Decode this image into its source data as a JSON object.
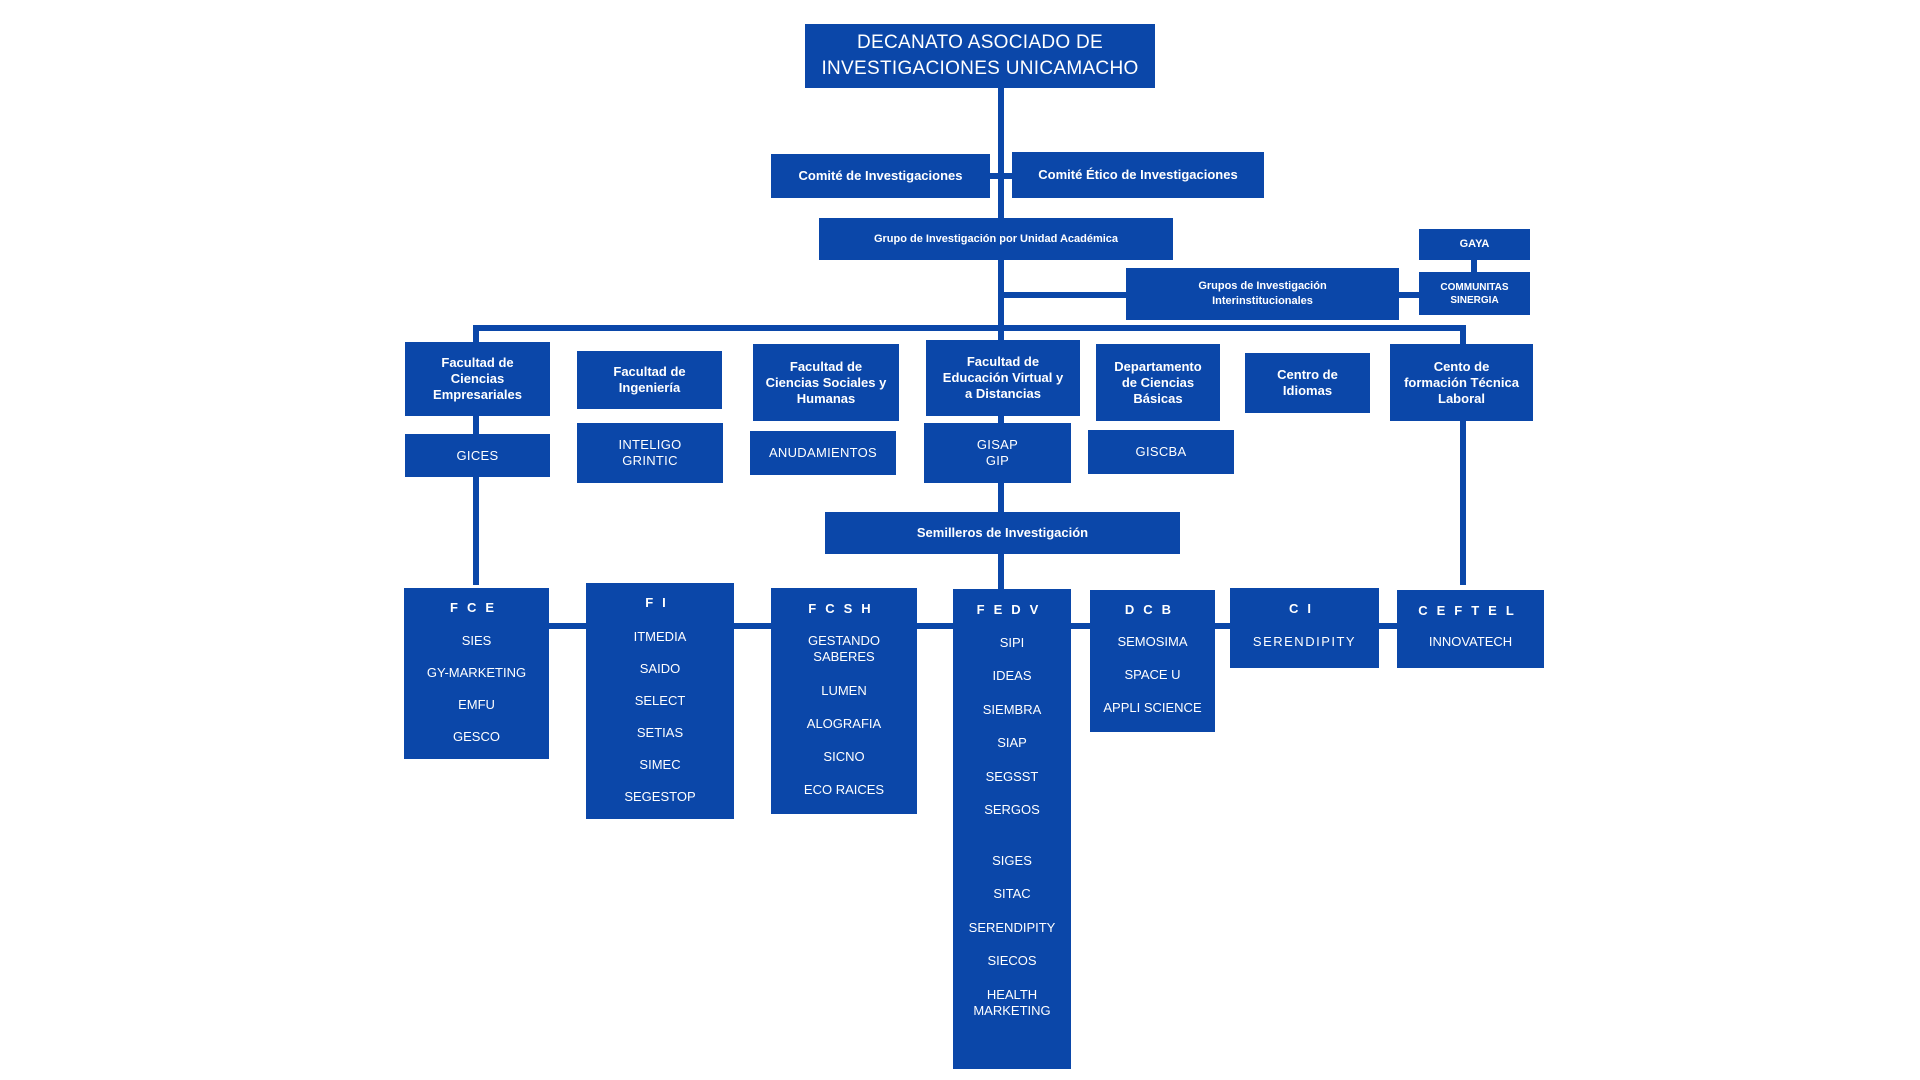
{
  "top": {
    "title_line1": "DECANATO ASOCIADO DE",
    "title_line2": "INVESTIGACIONES UNICAMACHO"
  },
  "committees": {
    "research": "Comité de Investigaciones",
    "ethics": "Comité Ético de Investigaciones"
  },
  "group_by_unit": "Grupo de Investigación por Unidad Académica",
  "interinstitutional": {
    "label_line1": "Grupos de Investigación",
    "label_line2": "Interinstitucionales",
    "gaya": "GAYA",
    "communitas_line1": "COMMUNITAS",
    "communitas_line2": "SINERGIA"
  },
  "faculties": [
    {
      "name": "Facultad de\nCiencias\nEmpresariales",
      "groups": "GICES"
    },
    {
      "name": "Facultad de\nIngeniería",
      "groups": "INTELIGO\nGRINTIC"
    },
    {
      "name": "Facultad de\nCiencias Sociales y\nHumanas",
      "groups": "ANUDAMIENTOS"
    },
    {
      "name": "Facultad de\nEducación Virtual  y\na Distancias",
      "groups": "GISAP\nGIP"
    },
    {
      "name": "Departamento\nde Ciencias\nBásicas",
      "groups": "GISCBA"
    },
    {
      "name": "Centro de\nIdiomas",
      "groups": ""
    },
    {
      "name": "Cento de\nformación Técnica\nLaboral",
      "groups": ""
    }
  ],
  "seedbeds_label": "Semilleros de Investigación",
  "seedbeds": [
    {
      "header": "FCE",
      "items": [
        "SIES",
        "GY-MARKETING",
        "EMFU",
        "GESCO"
      ]
    },
    {
      "header": "FI",
      "items": [
        "ITMEDIA",
        "SAIDO",
        "SELECT",
        "SETIAS",
        "SIMEC",
        "SEGESTOP"
      ]
    },
    {
      "header": "FCSH",
      "items": [
        "GESTANDO\nSABERES",
        "LUMEN",
        "ALOGRAFIA",
        "SICNO",
        "ECO RAICES"
      ]
    },
    {
      "header": "FEDV",
      "items": [
        "SIPI",
        "IDEAS",
        "SIEMBRA",
        "SIAP",
        "SEGSST",
        "SERGOS",
        "SIGES",
        "SITAC",
        "SERENDIPITY",
        "SIECOS",
        "HEALTH\nMARKETING"
      ]
    },
    {
      "header": "DCB",
      "items": [
        "SEMOSIMA",
        "SPACE U",
        "APPLI SCIENCE"
      ]
    },
    {
      "header": "CI",
      "items": [
        "SERENDIPITY"
      ]
    },
    {
      "header": "CEFTEL",
      "items": [
        "INNOVATECH"
      ]
    }
  ]
}
